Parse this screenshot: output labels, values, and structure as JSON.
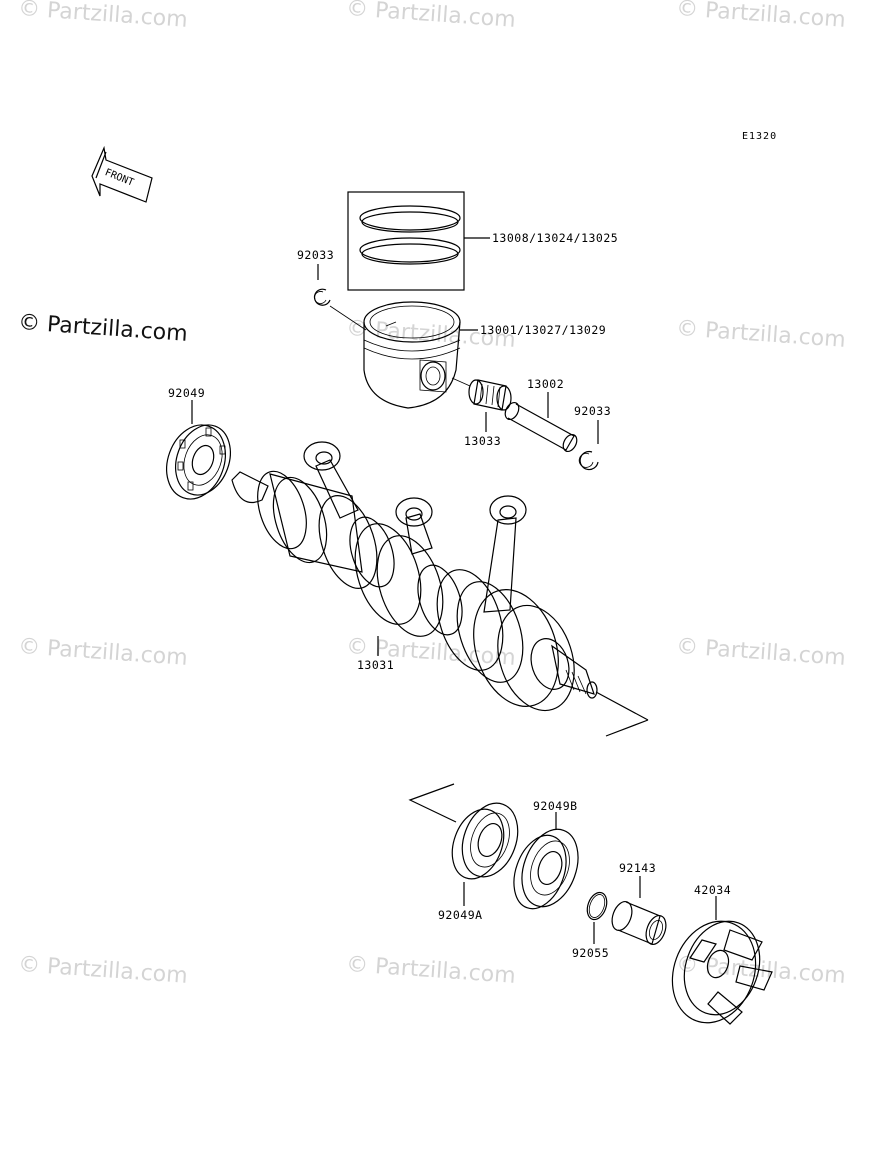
{
  "diagram_code": "E1320",
  "copyright": "© Partzilla.com",
  "watermark_text": "© Partzilla.com",
  "front_arrow_label": "FRONT",
  "parts": {
    "rings": "13008/13024/13025",
    "piston": "13001/13027/13029",
    "circlip_left": "92033",
    "circlip_right": "92033",
    "pin": "13002",
    "bearing_small_end": "13033",
    "oil_seal_left": "92049",
    "crankshaft": "13031",
    "oil_seal_b": "92049B",
    "oil_seal_a": "92049A",
    "collar": "92143",
    "o_ring": "92055",
    "coupling": "42034"
  }
}
